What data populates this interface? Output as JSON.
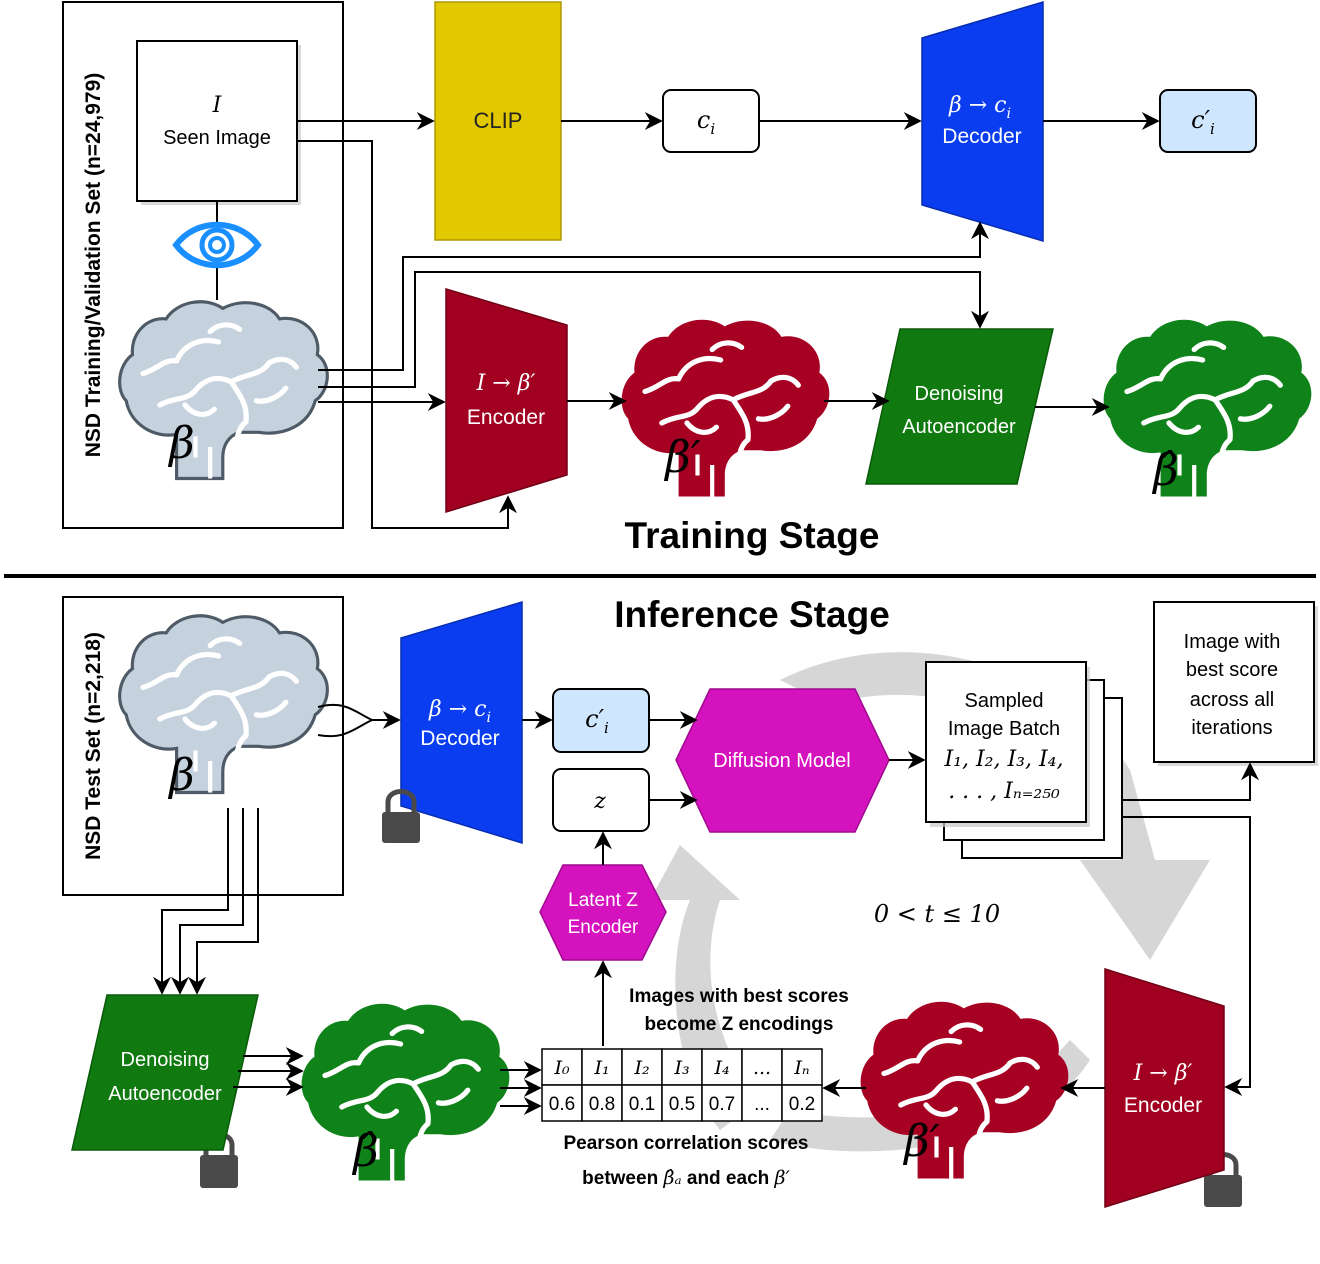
{
  "colors": {
    "clip_yellow": "#e2c800",
    "decoder_blue": "#0a3cf0",
    "encoder_red": "#a10020",
    "denoise_green": "#107a10",
    "brain_gray": "#c5d2de",
    "brain_red": "#a60022",
    "brain_green": "#10821a",
    "diffusion_magenta": "#d413be",
    "clip_light_blue": "#cfe6ff",
    "eye_blue": "#1a8fff",
    "lock_gray": "#4a4a4a",
    "cycle_gray": "#d6d6d6"
  },
  "training": {
    "set_label": "NSD Training/Validation Set (n=24,979)",
    "image_symbol": "I",
    "image_label": "Seen Image",
    "clip_label": "CLIP",
    "ci_label": "c",
    "ci_sub": "i",
    "decoder_math": "β → c",
    "decoder_math_sub": "i",
    "decoder_label": "Decoder",
    "ci_prime_label": "c′",
    "ci_prime_sub": "i",
    "beta_label": "β",
    "encoder_math": "I → β′",
    "encoder_label": "Encoder",
    "beta_prime_label": "β′",
    "dae_label_line1": "Denoising",
    "dae_label_line2": "Autoencoder",
    "beta_hat_label": "β̂",
    "stage_title": "Training Stage",
    "icons": [
      "eye-icon",
      "brain-icon"
    ]
  },
  "inference": {
    "stage_title": "Inference Stage",
    "set_label": "NSD Test Set (n=2,218)",
    "beta_label": "β",
    "decoder_math": "β → c",
    "decoder_math_sub": "i",
    "decoder_label": "Decoder",
    "ci_prime_label": "c′",
    "ci_prime_sub": "i",
    "z_label": "z",
    "diffusion_label": "Diffusion Model",
    "batch_line1": "Sampled",
    "batch_line2": "Image Batch",
    "batch_line3": "I₁, I₂, I₃, I₄,",
    "batch_line4": ". . . , Iₙ₌₂₅₀",
    "best_line1": "Image with",
    "best_line2": "best score",
    "best_line3": "across all",
    "best_line4": "iterations",
    "iter_label": "0 < t ≤ 10",
    "latent_line1": "Latent Z",
    "latent_line2": "Encoder",
    "best_z_line1": "Images with best scores",
    "best_z_line2": "become Z encodings",
    "dae_label_line1": "Denoising",
    "dae_label_line2": "Autoencoder",
    "beta_hat_label": "β̂",
    "beta_prime_label": "β′",
    "encoder_math": "I → β′",
    "encoder_label": "Encoder",
    "table_headers": [
      "I₀",
      "I₁",
      "I₂",
      "I₃",
      "I₄",
      "...",
      "Iₙ"
    ],
    "table_values": [
      "0.6",
      "0.8",
      "0.1",
      "0.5",
      "0.7",
      "...",
      "0.2"
    ],
    "pearson_line1": "Pearson correlation scores",
    "pearson_line2_a": "between ",
    "pearson_line2_b": "β̂ₐ",
    "pearson_line2_c": " and each ",
    "pearson_line2_d": "β′",
    "icons": [
      "brain-icon",
      "lock-icon",
      "cycle-arrow-icon"
    ]
  }
}
